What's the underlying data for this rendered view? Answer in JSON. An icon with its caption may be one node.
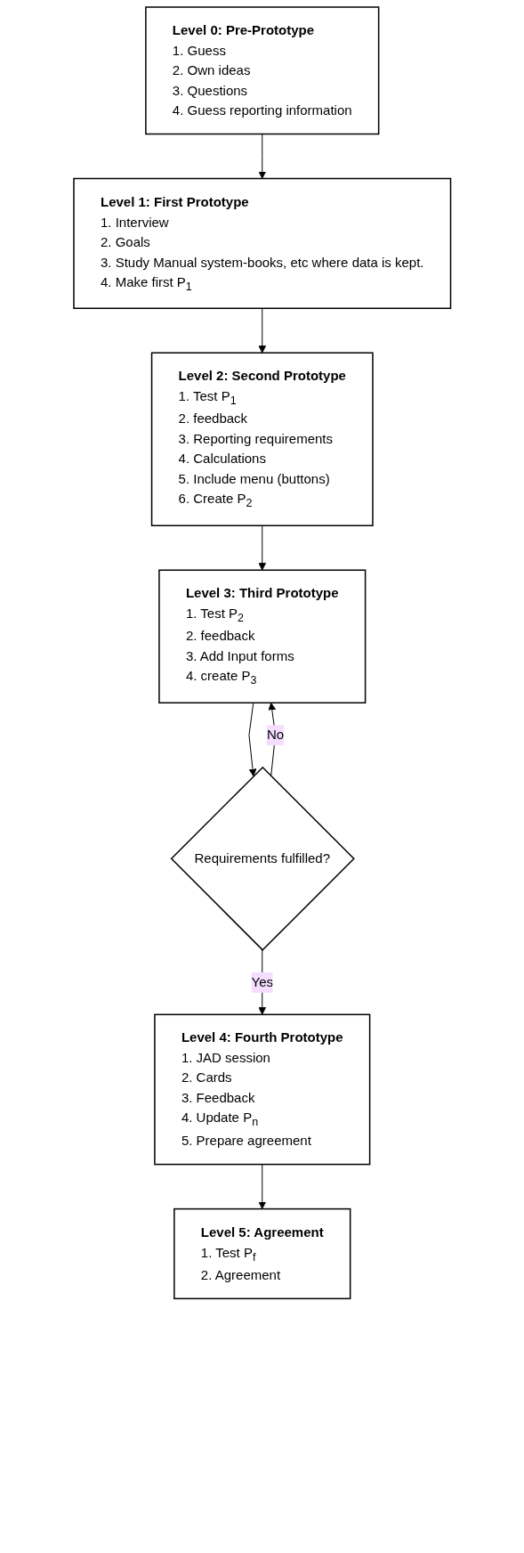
{
  "diagram": {
    "nodes": [
      {
        "text": [
          "Level 0: Pre-Prototype",
          "1. Guess",
          "2. Own ideas",
          "3. Questions",
          "4. Guess reporting information"
        ]
      },
      {
        "text": [
          "Level 1: First Prototype",
          "1. Interview",
          "2. Goals",
          "3. Study Manual system-books, etc where data is kept.",
          "4. Make first P$_{1}$"
        ]
      },
      {
        "text": [
          "Level 2: Second Prototype",
          "1. Test P$_{1}$",
          "2. feedback",
          "3. Reporting requirements",
          "4. Calculations",
          "5. Include menu (buttons)",
          "6. Create P$_{2}$"
        ]
      },
      {
        "text": [
          "Level 3: Third Prototype",
          "1. Test P$_{2}$",
          "2. feedback",
          "3. Add Input forms",
          "4. create P$_{3}$"
        ]
      },
      {
        "text": [
          "Requirements fulfilled?"
        ]
      },
      {
        "text": [
          "Level 4: Fourth Prototype",
          "1. JAD session",
          "2. Cards",
          "3. Feedback",
          "4. Update P$_{n}$",
          "5. Prepare agreement"
        ]
      },
      {
        "text": [
          "Level 5: Agreement",
          "1. Test P$_{f}$",
          "2. Agreement"
        ]
      }
    ],
    "edges": [
      {
        "from": 0,
        "to": 1,
        "arrow": "to"
      },
      {
        "from": 1,
        "to": 2,
        "arrow": "to"
      },
      {
        "from": 2,
        "to": 3,
        "arrow": "to"
      },
      {
        "from": 3,
        "to": 4,
        "arrow": "to"
      },
      {
        "from": 4,
        "to": 3,
        "arrow": "to",
        "label": "No"
      },
      {
        "from": 4,
        "to": 5,
        "arrow": "to",
        "label": "Yes"
      },
      {
        "from": 5,
        "to": 6,
        "arrow": "to"
      }
    ]
  }
}
